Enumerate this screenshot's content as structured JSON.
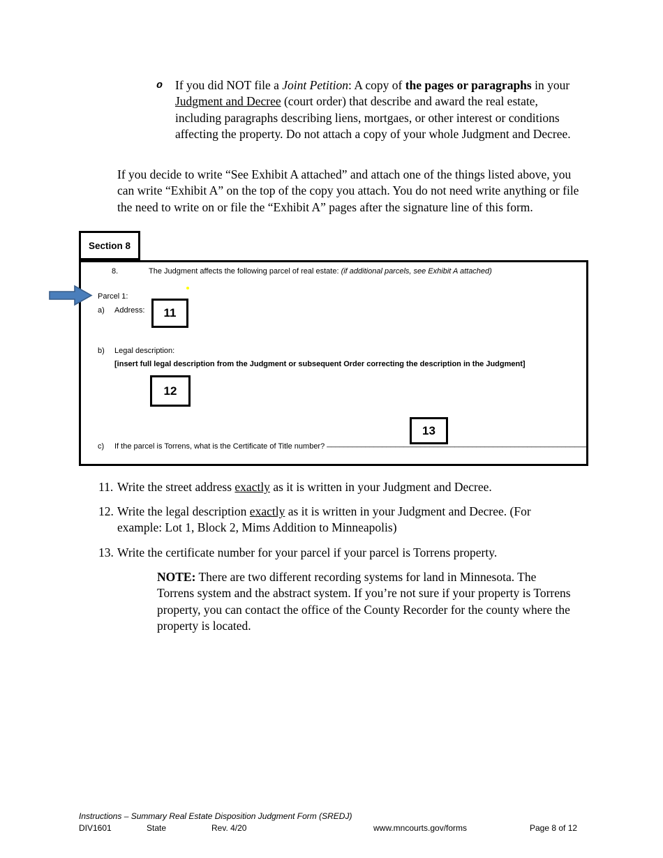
{
  "colors": {
    "arrow_fill": "#4a7ebb",
    "arrow_border": "#385d8a",
    "highlight_dot": "#ffff00",
    "border_black": "#000000"
  },
  "bullet_item": {
    "marker": "o",
    "seg_plain1": "If you did NOT file a ",
    "seg_italic": "Joint Petition",
    "seg_plain2": ": A copy of ",
    "seg_bold": "the pages or paragraphs",
    "seg_plain3": " in your ",
    "seg_underline": "Judgment and Decree",
    "seg_plain4": " (court order) that describe and award the real estate, including paragraphs describing liens, mortgaes, or other interest or conditions affecting the property. Do not attach a copy of your whole Judgment and Decree."
  },
  "intro_paragraph": "If you decide to write “See Exhibit A attached” and attach one of the things listed above, you can write “Exhibit A” on the top of the copy you attach. You do not need write anything or file the need to write on or file the “Exhibit A” pages after the signature line of this form.",
  "section_label": "Section 8",
  "form": {
    "item8_number": "8.",
    "item8_text": "The Judgment affects the following parcel of real estate: ",
    "item8_italic": "(if additional parcels, see Exhibit A attached)",
    "parcel_label": "Parcel 1:",
    "a_letter": "a)",
    "a_label": "Address:",
    "callout_11": "11",
    "b_letter": "b)",
    "b_label": "Legal description:",
    "legal_instruction": "[insert full legal description from the Judgment or subsequent Order correcting the description in the Judgment]",
    "callout_12": "12",
    "callout_13": "13",
    "c_letter": "c)",
    "c_label": "If the parcel is Torrens, what is the Certificate of Title number?",
    "c_blank": "____________________________________________________________________________________________________"
  },
  "instructions": [
    {
      "number": "11.",
      "pre": "Write the street address ",
      "underlined": "exactly",
      "post": " as it is written in your Judgment and Decree."
    },
    {
      "number": "12.",
      "pre": "Write the legal description ",
      "underlined": "exactly",
      "post": " as it is written in your Judgment and Decree. (For example: Lot 1, Block 2, Mims Addition to Minneapolis)"
    },
    {
      "number": "13.",
      "pre": "Write the certificate number for your parcel if your parcel is Torrens property.",
      "underlined": "",
      "post": ""
    }
  ],
  "note": {
    "label": "NOTE:",
    "text": " There are two different recording systems for land in Minnesota. The Torrens system and the abstract system. If you’re not sure if your property is Torrens property, you can contact the office of the County Recorder for the county where the property is located."
  },
  "footer": {
    "title": "Instructions – Summary Real Estate Disposition Judgment Form (SREDJ)",
    "form_number": "DIV1601",
    "state": "State",
    "revision": "Rev. 4/20",
    "website": "www.mncourts.gov/forms",
    "page": "Page 8 of 12"
  }
}
